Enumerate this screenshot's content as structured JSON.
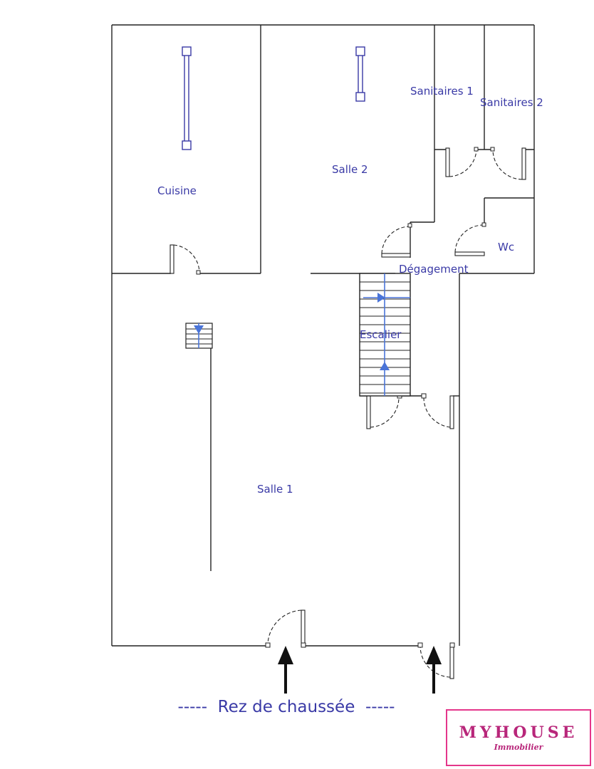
{
  "plan": {
    "floor_title": "-----  Rez de chaussée  -----",
    "rooms": {
      "cuisine": "Cuisine",
      "salle2": "Salle 2",
      "sanitaires1": "Sanitaires 1",
      "sanitaires2": "Sanitaires 2",
      "wc": "Wc",
      "degagement": "Dégagement",
      "escalier": "Escalier",
      "salle1": "Salle 1"
    }
  },
  "logo": {
    "brand": "MYHOUSE",
    "subtitle": "Immobilier"
  },
  "colors": {
    "label": "#3a3aa6",
    "walls": "#222222",
    "stair_arrows": "#4a74d8",
    "logo": "#e4368b"
  }
}
